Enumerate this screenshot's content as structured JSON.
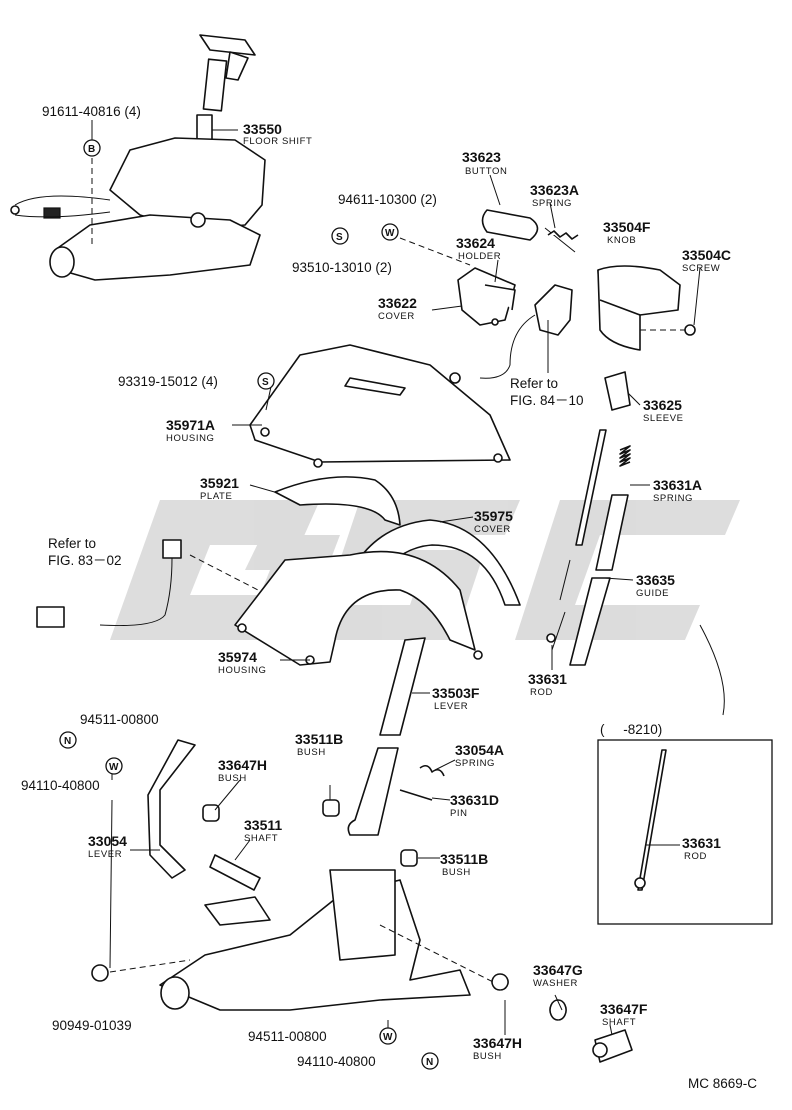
{
  "diagram_code": "MC 8669-C",
  "watermark": "GSC",
  "inset_note": "(     -8210)",
  "parts": [
    {
      "id": "p33550",
      "number": "33550",
      "caption": "FLOOR SHIFT"
    },
    {
      "id": "p33623",
      "number": "33623",
      "caption": "BUTTON"
    },
    {
      "id": "p33623A",
      "number": "33623A",
      "caption": "SPRING"
    },
    {
      "id": "p33624",
      "number": "33624",
      "caption": "HOLDER"
    },
    {
      "id": "p33622",
      "number": "33622",
      "caption": "COVER"
    },
    {
      "id": "p33504F",
      "number": "33504F",
      "caption": "KNOB"
    },
    {
      "id": "p33504C",
      "number": "33504C",
      "caption": "SCREW"
    },
    {
      "id": "p33625",
      "number": "33625",
      "caption": "SLEEVE"
    },
    {
      "id": "p35971A",
      "number": "35971A",
      "caption": "HOUSING"
    },
    {
      "id": "p35921",
      "number": "35921",
      "caption": "PLATE"
    },
    {
      "id": "p35975",
      "number": "35975",
      "caption": "COVER"
    },
    {
      "id": "p33631A",
      "number": "33631A",
      "caption": "SPRING"
    },
    {
      "id": "p33635",
      "number": "33635",
      "caption": "GUIDE"
    },
    {
      "id": "p35974",
      "number": "35974",
      "caption": "HOUSING"
    },
    {
      "id": "p33631",
      "number": "33631",
      "caption": "ROD"
    },
    {
      "id": "p33503F",
      "number": "33503F",
      "caption": "LEVER"
    },
    {
      "id": "p33511B_a",
      "number": "33511B",
      "caption": "BUSH"
    },
    {
      "id": "p33054A",
      "number": "33054A",
      "caption": "SPRING"
    },
    {
      "id": "p33647H_a",
      "number": "33647H",
      "caption": "BUSH"
    },
    {
      "id": "p33631D",
      "number": "33631D",
      "caption": "PIN"
    },
    {
      "id": "p33511",
      "number": "33511",
      "caption": "SHAFT"
    },
    {
      "id": "p33054",
      "number": "33054",
      "caption": "LEVER"
    },
    {
      "id": "p33511B_b",
      "number": "33511B",
      "caption": "BUSH"
    },
    {
      "id": "p33631_inset",
      "number": "33631",
      "caption": "ROD"
    },
    {
      "id": "p33647G",
      "number": "33647G",
      "caption": "WASHER"
    },
    {
      "id": "p33647F",
      "number": "33647F",
      "caption": "SHAFT"
    },
    {
      "id": "p33647H_b",
      "number": "33647H",
      "caption": "BUSH"
    }
  ],
  "fasteners": [
    {
      "id": "f1",
      "number": "91611-40816 (4)",
      "symbol": "B"
    },
    {
      "id": "f2",
      "number": "94611-10300 (2)",
      "symbol": "W"
    },
    {
      "id": "f3",
      "number": "93510-13010 (2)",
      "symbol": "S"
    },
    {
      "id": "f4",
      "number": "93319-15012 (4)",
      "symbol": "S"
    },
    {
      "id": "f5",
      "number": "94511-00800",
      "symbol": "W"
    },
    {
      "id": "f6",
      "number": "94110-40800",
      "symbol": "N"
    },
    {
      "id": "f7",
      "number": "90949-01039",
      "symbol": ""
    },
    {
      "id": "f8",
      "number": "94511-00800",
      "symbol": "W"
    },
    {
      "id": "f9",
      "number": "94110-40800",
      "symbol": "N"
    }
  ],
  "references": [
    {
      "id": "r1",
      "line1": "Refer to",
      "line2": "FIG. 84－10"
    },
    {
      "id": "r2",
      "line1": "Refer to",
      "line2": "FIG. 83－02"
    }
  ]
}
